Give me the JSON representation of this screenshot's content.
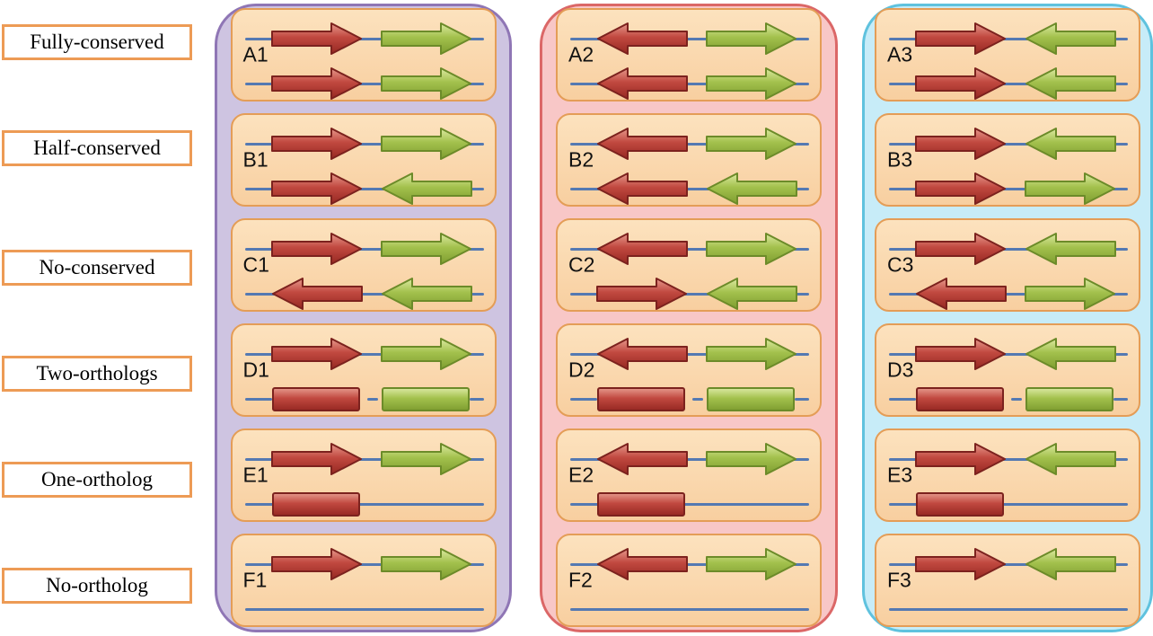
{
  "row_labels": [
    {
      "id": "fully-conserved",
      "label": "Fully-conserved"
    },
    {
      "id": "half-conserved",
      "label": "Half-conserved"
    },
    {
      "id": "no-conserved",
      "label": "No-conserved"
    },
    {
      "id": "two-orthologs",
      "label": "Two-orthologs"
    },
    {
      "id": "one-ortholog",
      "label": "One-ortholog"
    },
    {
      "id": "no-ortholog",
      "label": "No-ortholog"
    }
  ],
  "colors": {
    "line": "#5479B2",
    "cell_fill_top": "#FCE2BE",
    "cell_fill_bottom": "#F8CFA0",
    "cell_border": "#E49D57",
    "label_box_border": "#ED9B55",
    "red_fill_top": "#E6998C",
    "red_fill_mid": "#C14940",
    "red_fill_bottom": "#962822",
    "red_outline": "#7C221E",
    "green_fill_top": "#DCE9A2",
    "green_fill_mid": "#A3C14D",
    "green_fill_bottom": "#7E9D30",
    "green_outline": "#6C8B29"
  },
  "panels": [
    {
      "name": "column-1",
      "fill": "#CEC4E1",
      "border": "#8F76B5",
      "cells": [
        {
          "label": "A1",
          "rows": [
            {
              "line": "full",
              "genes": [
                "red-right",
                "green-right"
              ]
            },
            {
              "line": "full",
              "genes": [
                "red-right",
                "green-right"
              ]
            }
          ]
        },
        {
          "label": "B1",
          "rows": [
            {
              "line": "full",
              "genes": [
                "red-right",
                "green-right"
              ]
            },
            {
              "line": "full",
              "genes": [
                "red-right",
                "green-left"
              ]
            }
          ]
        },
        {
          "label": "C1",
          "rows": [
            {
              "line": "full",
              "genes": [
                "red-right",
                "green-right"
              ]
            },
            {
              "line": "full",
              "genes": [
                "red-left",
                "green-left"
              ]
            }
          ]
        },
        {
          "label": "D1",
          "rows": [
            {
              "line": "full",
              "genes": [
                "red-right",
                "green-right"
              ]
            },
            {
              "line": "broken",
              "genes": [
                "red-rect",
                "green-rect"
              ]
            }
          ]
        },
        {
          "label": "E1",
          "rows": [
            {
              "line": "full",
              "genes": [
                "red-right",
                "green-right"
              ]
            },
            {
              "line": "full",
              "genes": [
                "red-rect"
              ]
            }
          ]
        },
        {
          "label": "F1",
          "rows": [
            {
              "line": "full",
              "genes": [
                "red-right",
                "green-right"
              ]
            },
            {
              "line": "full",
              "genes": []
            }
          ]
        }
      ]
    },
    {
      "name": "column-2",
      "fill": "#F8C7C7",
      "border": "#DB6767",
      "cells": [
        {
          "label": "A2",
          "rows": [
            {
              "line": "full",
              "genes": [
                "red-left",
                "green-right"
              ]
            },
            {
              "line": "full",
              "genes": [
                "red-left",
                "green-right"
              ]
            }
          ]
        },
        {
          "label": "B2",
          "rows": [
            {
              "line": "full",
              "genes": [
                "red-left",
                "green-right"
              ]
            },
            {
              "line": "full",
              "genes": [
                "red-left",
                "green-left"
              ]
            }
          ]
        },
        {
          "label": "C2",
          "rows": [
            {
              "line": "full",
              "genes": [
                "red-left",
                "green-right"
              ]
            },
            {
              "line": "full",
              "genes": [
                "red-right",
                "green-left"
              ]
            }
          ]
        },
        {
          "label": "D2",
          "rows": [
            {
              "line": "full",
              "genes": [
                "red-left",
                "green-right"
              ]
            },
            {
              "line": "broken",
              "genes": [
                "red-rect",
                "green-rect"
              ]
            }
          ]
        },
        {
          "label": "E2",
          "rows": [
            {
              "line": "full",
              "genes": [
                "red-left",
                "green-right"
              ]
            },
            {
              "line": "full",
              "genes": [
                "red-rect"
              ]
            }
          ]
        },
        {
          "label": "F2",
          "rows": [
            {
              "line": "full",
              "genes": [
                "red-left",
                "green-right"
              ]
            },
            {
              "line": "full",
              "genes": []
            }
          ]
        }
      ]
    },
    {
      "name": "column-3",
      "fill": "#C7ECF8",
      "border": "#5FC2DE",
      "cells": [
        {
          "label": "A3",
          "rows": [
            {
              "line": "full",
              "genes": [
                "red-right",
                "green-left"
              ]
            },
            {
              "line": "full",
              "genes": [
                "red-right",
                "green-left"
              ]
            }
          ]
        },
        {
          "label": "B3",
          "rows": [
            {
              "line": "full",
              "genes": [
                "red-right",
                "green-left"
              ]
            },
            {
              "line": "full",
              "genes": [
                "red-right",
                "green-right"
              ]
            }
          ]
        },
        {
          "label": "C3",
          "rows": [
            {
              "line": "full",
              "genes": [
                "red-right",
                "green-left"
              ]
            },
            {
              "line": "full",
              "genes": [
                "red-left",
                "green-right"
              ]
            }
          ]
        },
        {
          "label": "D3",
          "rows": [
            {
              "line": "full",
              "genes": [
                "red-right",
                "green-left"
              ]
            },
            {
              "line": "broken",
              "genes": [
                "red-rect",
                "green-rect"
              ]
            }
          ]
        },
        {
          "label": "E3",
          "rows": [
            {
              "line": "full",
              "genes": [
                "red-right",
                "green-left"
              ]
            },
            {
              "line": "full",
              "genes": [
                "red-rect"
              ]
            }
          ]
        },
        {
          "label": "F3",
          "rows": [
            {
              "line": "full",
              "genes": [
                "red-right",
                "green-left"
              ]
            },
            {
              "line": "full",
              "genes": []
            }
          ]
        }
      ]
    }
  ]
}
